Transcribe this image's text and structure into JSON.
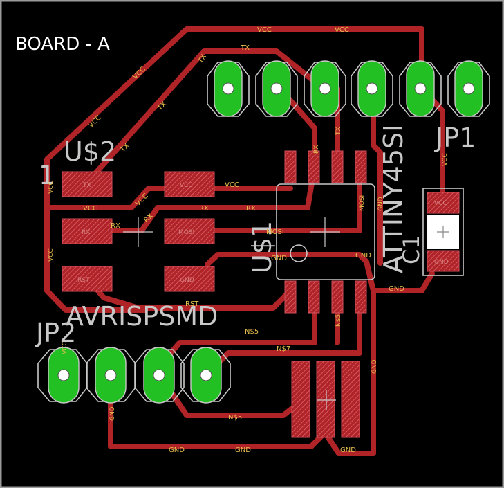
{
  "board": {
    "title": "BOARD - A",
    "pin1_marker": "1",
    "colors": {
      "background": "#000000",
      "trace": "#b02428",
      "pad": "#22c022",
      "silkscreen": "#c8c8c8",
      "signal_label": "#e8c050",
      "smd_pad": "#d2505a"
    }
  },
  "components": {
    "usb": "U$2",
    "mcu_ref": "U$1",
    "mcu_part": "ATTINY45SI",
    "cap": "C1",
    "header1": "JP1",
    "header2": "JP2",
    "isp": "AVRISPSMD"
  },
  "pad_labels": {
    "tx": "TX",
    "vcc": "VCC",
    "rx": "RX",
    "mosi": "MOSI",
    "rst": "RST",
    "gnd": "GND"
  },
  "nets": {
    "vcc": "VCC",
    "tx": "TX",
    "rx": "RX",
    "mosi": "MOSI",
    "gnd": "GND",
    "rst": "RST",
    "n5": "N$5",
    "n7": "N$7"
  }
}
